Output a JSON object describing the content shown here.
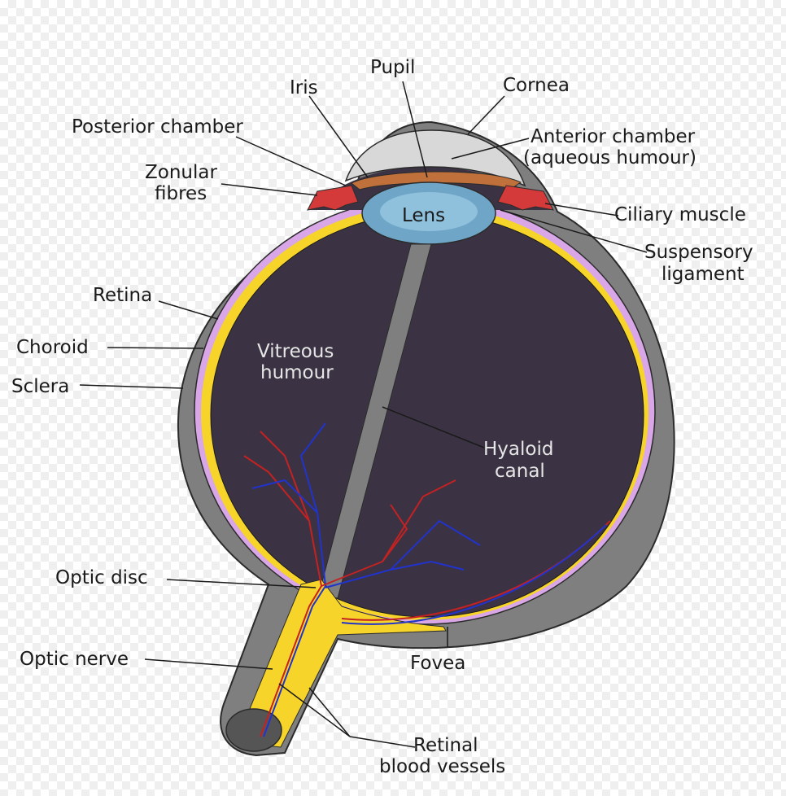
{
  "labels": {
    "pupil": "Pupil",
    "iris": "Iris",
    "cornea": "Cornea",
    "posterior_chamber": "Posterior chamber",
    "anterior_chamber": [
      "Anterior chamber",
      "(aqueous humour)"
    ],
    "zonular_fibres": [
      "Zonular",
      "fibres"
    ],
    "ciliary_muscle": "Ciliary muscle",
    "lens": "Lens",
    "suspensory_ligament": [
      "Suspensory",
      "ligament"
    ],
    "retina": "Retina",
    "choroid": "Choroid",
    "sclera": "Sclera",
    "vitreous_humour": [
      "Vitreous",
      "humour"
    ],
    "hyaloid_canal": [
      "Hyaloid",
      "canal"
    ],
    "optic_disc": "Optic disc",
    "optic_nerve": "Optic nerve",
    "fovea": "Fovea",
    "retinal_blood_vessels": [
      "Retinal",
      "blood vessels"
    ]
  },
  "colors": {
    "sclera": "#7f7f7f",
    "vitreous": "#3b3343",
    "choroid": "#d9a6e8",
    "retina": "#f7d42a",
    "lens": "#6fa6c8",
    "iris": "#c0703a",
    "ciliary": "#d43a3a",
    "cornea": "#d8d8d8",
    "artery": "#c42222",
    "vein": "#2233cc"
  }
}
